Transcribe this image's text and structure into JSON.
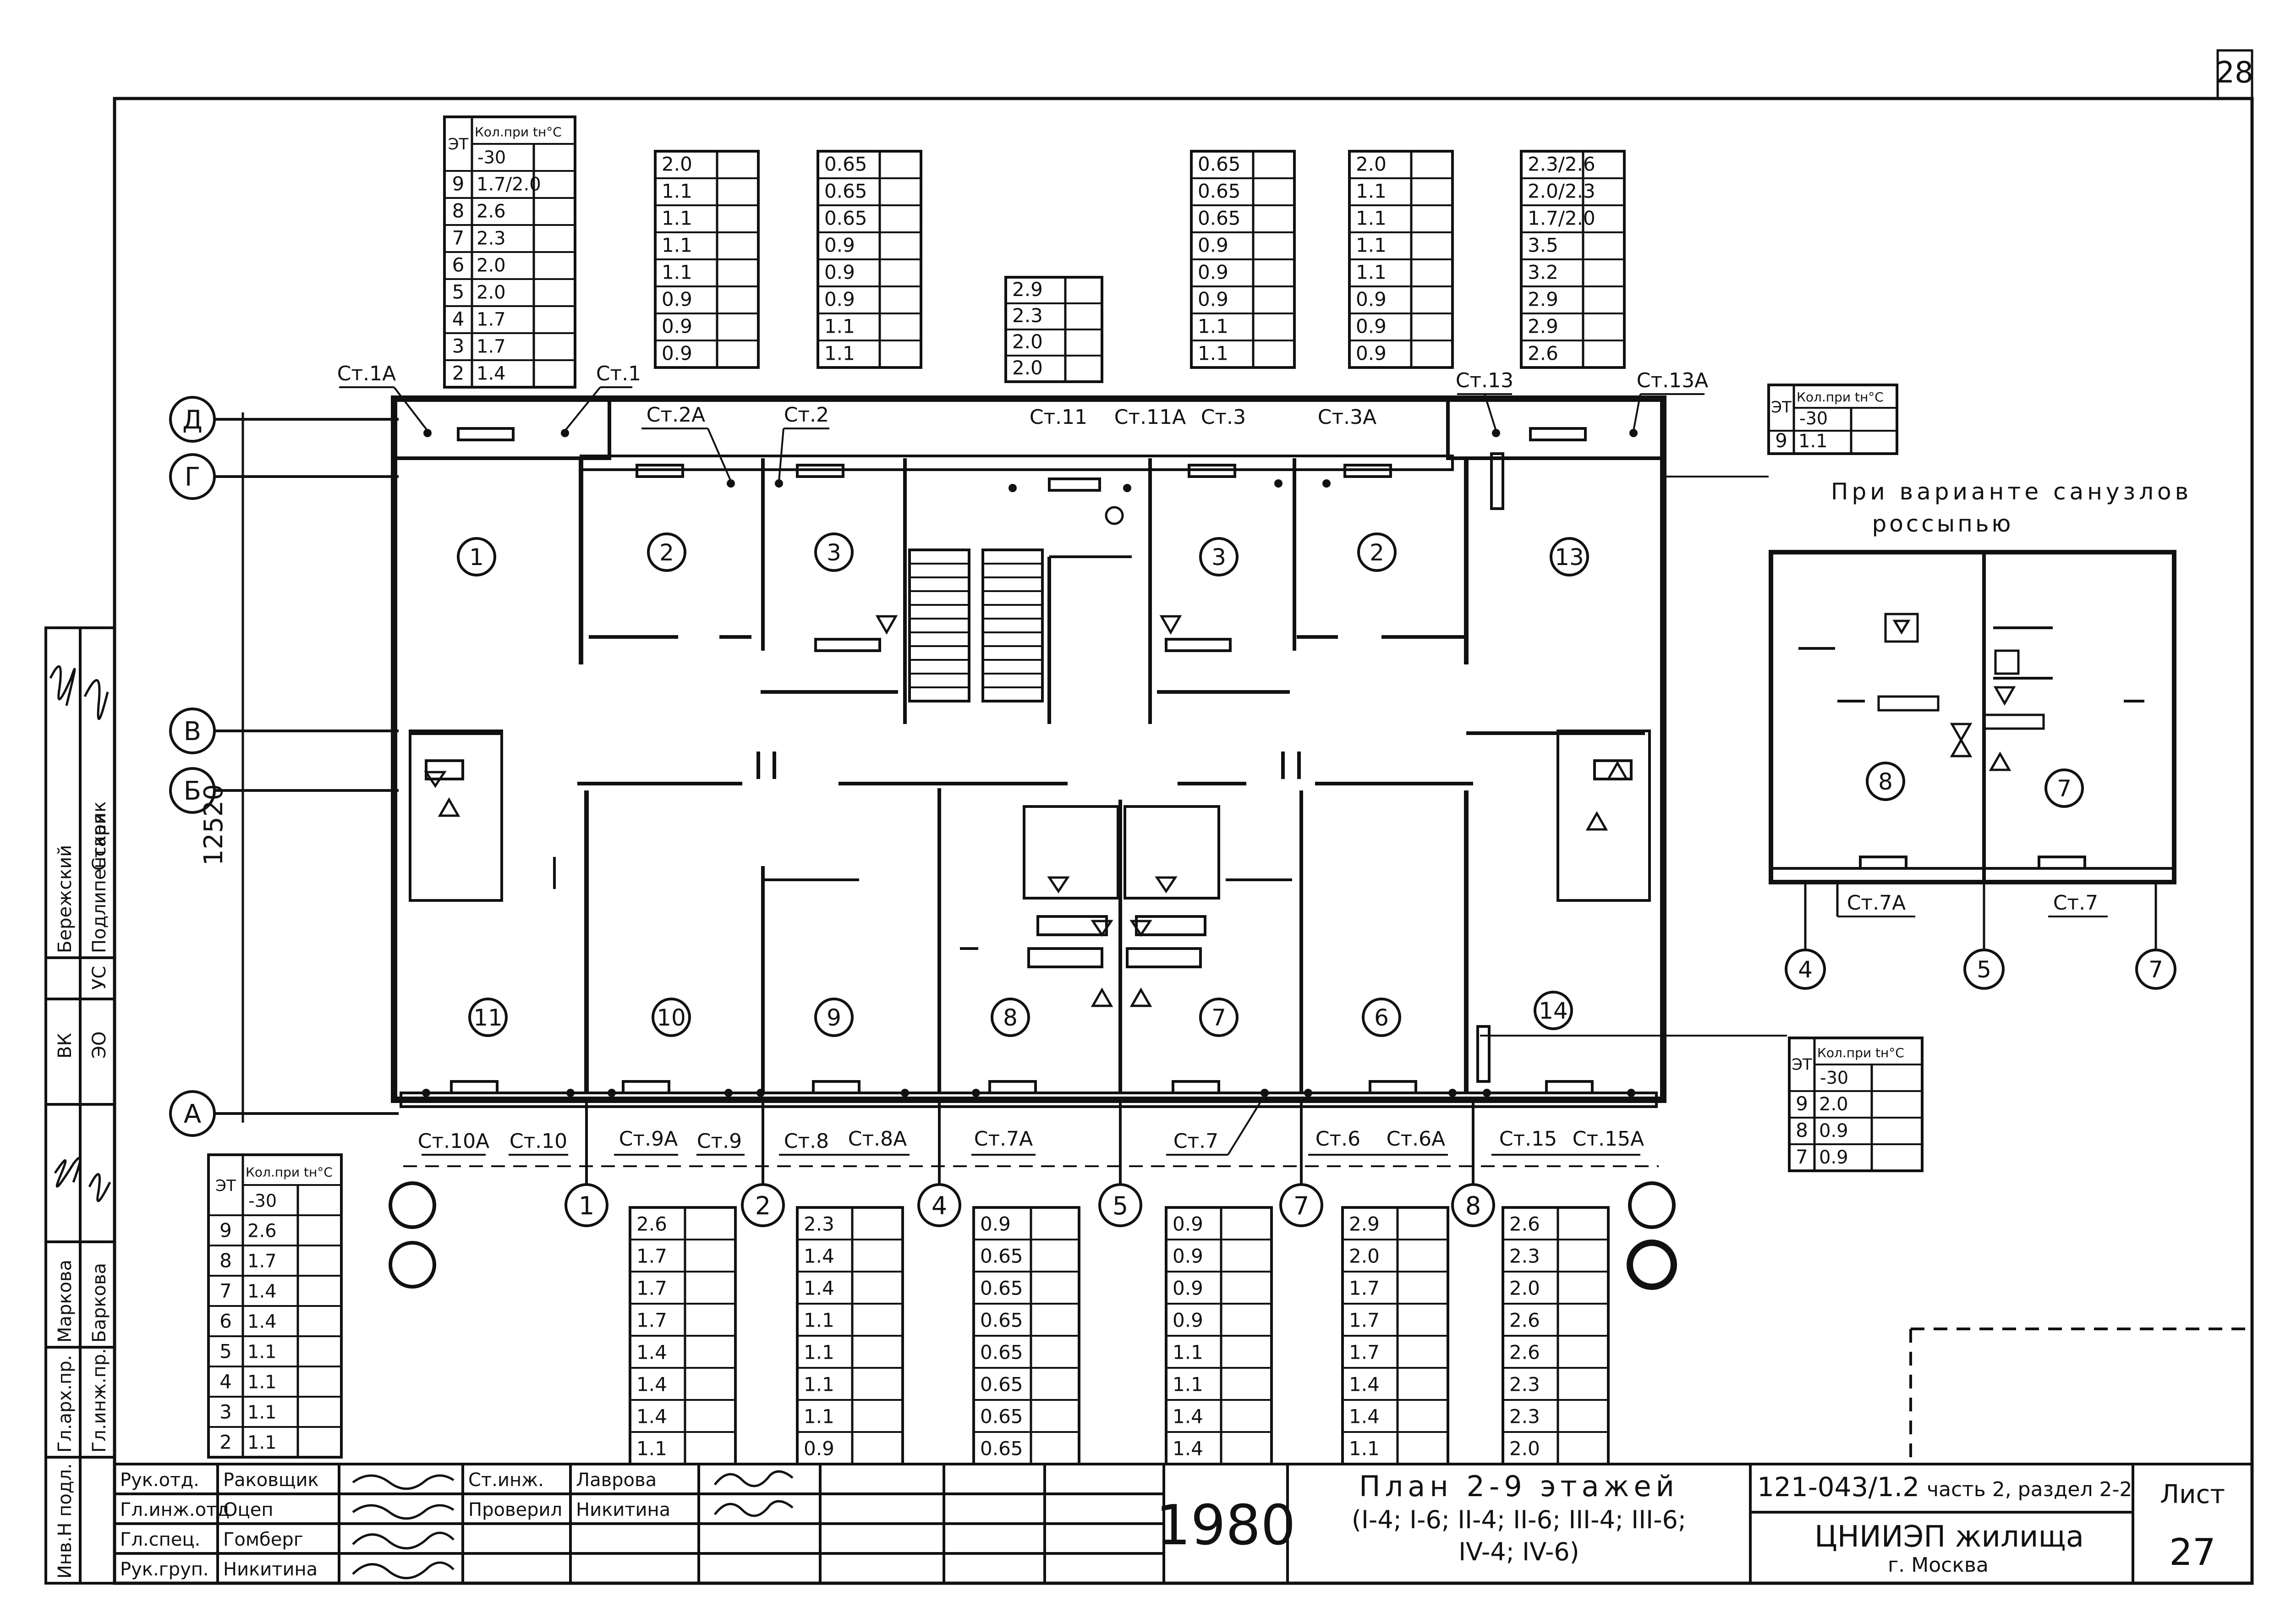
{
  "sheet_corner_number": "28",
  "axes": {
    "letters": [
      "Д",
      "Г",
      "В",
      "Б",
      "А"
    ],
    "numbers": [
      "1",
      "2",
      "4",
      "5",
      "7",
      "8"
    ],
    "dimension": "12520"
  },
  "rooms": [
    "1",
    "2",
    "3",
    "3",
    "2",
    "13",
    "11",
    "10",
    "9",
    "8",
    "7",
    "6",
    "14"
  ],
  "risers_top": [
    "Ст.1А",
    "Ст.1",
    "Ст.2А",
    "Ст.2",
    "Ст.11",
    "Ст.11А",
    "Ст.3",
    "Ст.3А",
    "Ст.13",
    "Ст.13А"
  ],
  "risers_bottom": [
    "Ст.10А",
    "Ст.10",
    "Ст.9А",
    "Ст.9",
    "Ст.8",
    "Ст.8А",
    "Ст.7А",
    "Ст.7",
    "Ст.6",
    "Ст.6А",
    "Ст.15",
    "Ст.15А"
  ],
  "header_labels": {
    "et": "ЭТ",
    "kol": "Кол.при tн°С",
    "minus30": "-30"
  },
  "tables": {
    "top_left": {
      "floors": [
        "9",
        "8",
        "7",
        "6",
        "5",
        "4",
        "3",
        "2"
      ],
      "values": [
        "1.7/2.0",
        "2.6",
        "2.3",
        "2.0",
        "2.0",
        "1.7",
        "1.7",
        "1.4"
      ]
    },
    "top_2": [
      "2.0",
      "1.1",
      "1.1",
      "1.1",
      "1.1",
      "0.9",
      "0.9",
      "0.9"
    ],
    "top_3": [
      "0.65",
      "0.65",
      "0.65",
      "0.9",
      "0.9",
      "0.9",
      "1.1",
      "1.1"
    ],
    "top_stair": [
      "2.9",
      "2.3",
      "2.0",
      "2.0"
    ],
    "top_4": [
      "0.65",
      "0.65",
      "0.65",
      "0.9",
      "0.9",
      "0.9",
      "1.1",
      "1.1"
    ],
    "top_5": [
      "2.0",
      "1.1",
      "1.1",
      "1.1",
      "1.1",
      "0.9",
      "0.9",
      "0.9"
    ],
    "top_6": [
      "2.3/2.6",
      "2.0/2.3",
      "1.7/2.0",
      "3.5",
      "3.2",
      "2.9",
      "2.9",
      "2.6"
    ],
    "right_top": {
      "floors": [
        "9"
      ],
      "values": [
        "1.1"
      ]
    },
    "right_bottom": {
      "floors": [
        "9",
        "8",
        "7"
      ],
      "values": [
        "2.0",
        "0.9",
        "0.9"
      ]
    },
    "bottom_left": {
      "floors": [
        "9",
        "8",
        "7",
        "6",
        "5",
        "4",
        "3",
        "2"
      ],
      "values": [
        "2.6",
        "1.7",
        "1.4",
        "1.4",
        "1.1",
        "1.1",
        "1.1",
        "1.1"
      ]
    },
    "bottom_1": [
      "2.6",
      "1.7",
      "1.7",
      "1.7",
      "1.4",
      "1.4",
      "1.4",
      "1.1"
    ],
    "bottom_2": [
      "2.3",
      "1.4",
      "1.4",
      "1.1",
      "1.1",
      "1.1",
      "1.1",
      "0.9"
    ],
    "bottom_3": [
      "0.9",
      "0.65",
      "0.65",
      "0.65",
      "0.65",
      "0.65",
      "0.65",
      "0.65"
    ],
    "bottom_4": [
      "0.9",
      "0.9",
      "0.9",
      "0.9",
      "1.1",
      "1.1",
      "1.4",
      "1.4"
    ],
    "bottom_5": [
      "2.9",
      "2.0",
      "1.7",
      "1.7",
      "1.7",
      "1.4",
      "1.4",
      "1.1"
    ],
    "bottom_6": [
      "2.6",
      "2.3",
      "2.0",
      "2.6",
      "2.6",
      "2.3",
      "2.3",
      "2.0"
    ]
  },
  "variant": {
    "title_line1": "При варианте санузлов",
    "title_line2": "россыпью",
    "rooms": [
      "8",
      "7"
    ],
    "risers": [
      "Ст.7А",
      "Ст.7"
    ],
    "axes": [
      "4",
      "5",
      "7"
    ]
  },
  "side_stamp": {
    "rows": [
      "ВК",
      "ЭО",
      "УС"
    ],
    "names": [
      "Бережский",
      "Подлипенская",
      "Старик"
    ],
    "rows2": [
      "Гл.арх.пр.",
      "Гл.инж.пр."
    ],
    "names2": [
      "Маркова",
      "Баркова"
    ],
    "inv": "Инв.Н подл."
  },
  "title_block": {
    "staff": [
      {
        "role": "Рук.отд.",
        "name": "Раковщик"
      },
      {
        "role": "Гл.инж.отд",
        "name": "Оцеп"
      },
      {
        "role": "Гл.спец.",
        "name": "Гомберг"
      },
      {
        "role": "Рук.груп.",
        "name": "Никитина"
      }
    ],
    "staff2": [
      {
        "role": "Ст.инж.",
        "name": "Лаврова"
      },
      {
        "role": "Проверил",
        "name": "Никитина"
      }
    ],
    "year": "1980",
    "title_line1": "План 2-9 этажей",
    "title_line2": "(I-4; I-6; II-4; II-6; III-4; III-6;",
    "title_line3": "IV-4; IV-6)",
    "project_code": "121-043/1.2",
    "part": "часть 2, раздел 2-2",
    "org": "ЦНИИЭП жилища",
    "city": "г. Москва",
    "sheet_label": "Лист",
    "sheet_number": "27"
  }
}
